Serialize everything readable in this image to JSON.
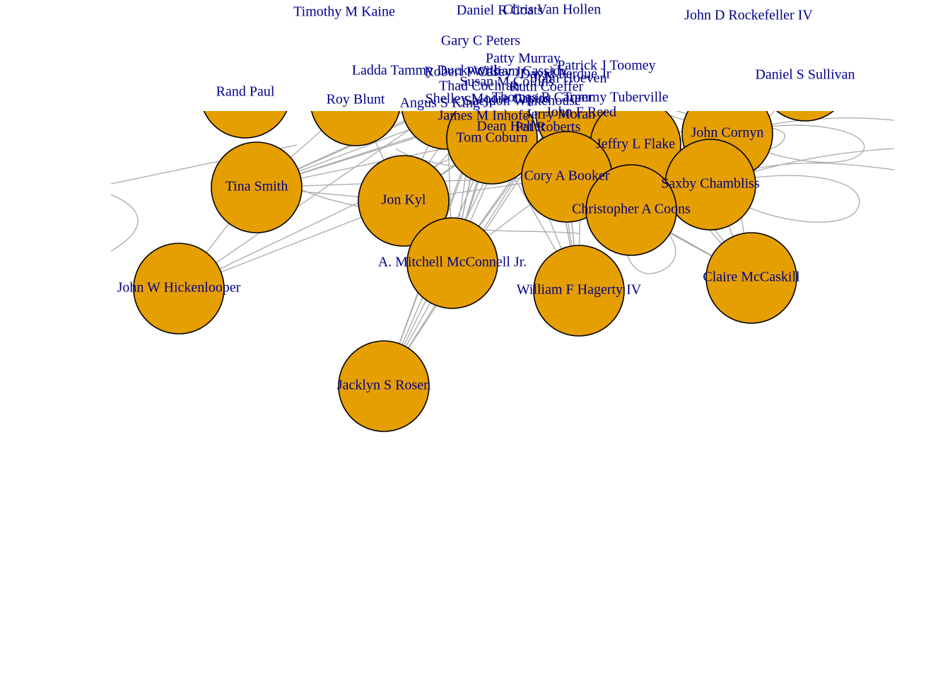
{
  "colors": {
    "node_fill": "#E69F00",
    "node_stroke": "#000000",
    "edge": "#A9A9A9",
    "label": "#00008B"
  },
  "nodes": [
    {
      "id": "timothy-m-kaine",
      "label": "Timothy M Kaine"
    },
    {
      "id": "daniel-k-coats",
      "label": "Daniel R Coats"
    },
    {
      "id": "chris-van-hollen",
      "label": "Chris Van Hollen"
    },
    {
      "id": "john-d-rockefeller-iv",
      "label": "John D Rockefeller IV"
    },
    {
      "id": "gary-c-peters",
      "label": "Gary C Peters"
    },
    {
      "id": "patty-murray",
      "label": "Patty Murray"
    },
    {
      "id": "patrick-j-toomey",
      "label": "Patrick J Toomey"
    },
    {
      "id": "ladda-tammy-duckworth",
      "label": "Ladda Tammy Duckworth"
    },
    {
      "id": "robert-p-casey-jr",
      "label": "Robert P Casey Jr"
    },
    {
      "id": "william-cassidy",
      "label": "William Cassidy"
    },
    {
      "id": "david-perdue-jr",
      "label": "David Perdue Jr"
    },
    {
      "id": "john-hoeven",
      "label": "John Hoeven"
    },
    {
      "id": "susan-m-collins",
      "label": "Susan M Collins"
    },
    {
      "id": "daniel-s-sullivan",
      "label": "Daniel S Sullivan"
    },
    {
      "id": "thad-cochran",
      "label": "Thad Cochran"
    },
    {
      "id": "ruth-coeffer",
      "label": "Ruth Coeffer"
    },
    {
      "id": "rand-paul",
      "label": "Rand Paul"
    },
    {
      "id": "roy-blunt",
      "label": "Roy Blunt"
    },
    {
      "id": "angus-s-king-jr",
      "label": "Angus S King Jr"
    },
    {
      "id": "sheldon-whitehouse",
      "label": "Sheldon Whitehouse"
    },
    {
      "id": "shelley-moore-capito",
      "label": "Shelley Moore Capito"
    },
    {
      "id": "thomas-r-carper",
      "label": "Thomas R Carper"
    },
    {
      "id": "tommy-tuberville",
      "label": "Tommy Tuberville"
    },
    {
      "id": "jack-reed",
      "label": "John F Reed"
    },
    {
      "id": "james-m-inhofe",
      "label": "James M Inhofe"
    },
    {
      "id": "jerry-moran",
      "label": "Jerry Moran"
    },
    {
      "id": "dean-heller",
      "label": "Dean Heller"
    },
    {
      "id": "pat-roberts",
      "label": "Pat Roberts"
    },
    {
      "id": "tom-coburn",
      "label": "Tom Coburn"
    },
    {
      "id": "jeffry-l-flake",
      "label": "Jeffry L Flake"
    },
    {
      "id": "john-cornyn",
      "label": "John Cornyn"
    },
    {
      "id": "tina-smith",
      "label": "Tina Smith"
    },
    {
      "id": "cory-a-booker",
      "label": "Cory A Booker"
    },
    {
      "id": "jon-kyl",
      "label": "Jon Kyl"
    },
    {
      "id": "saxby-chambliss",
      "label": "Saxby Chambliss"
    },
    {
      "id": "christopher-a-coons",
      "label": "Christopher A Coons"
    },
    {
      "id": "a-mitchell-mcconnell-jr",
      "label": "A. Mitchell McConnell Jr."
    },
    {
      "id": "william-f-hagerty-iv",
      "label": "William F Hagerty IV"
    },
    {
      "id": "claire-mccaskill",
      "label": "Claire McCaskill"
    },
    {
      "id": "john-w-hickenlooper",
      "label": "John W Hickenlooper"
    },
    {
      "id": "jacklyn-s-rosen",
      "label": "Jacklyn S Rosen"
    }
  ]
}
